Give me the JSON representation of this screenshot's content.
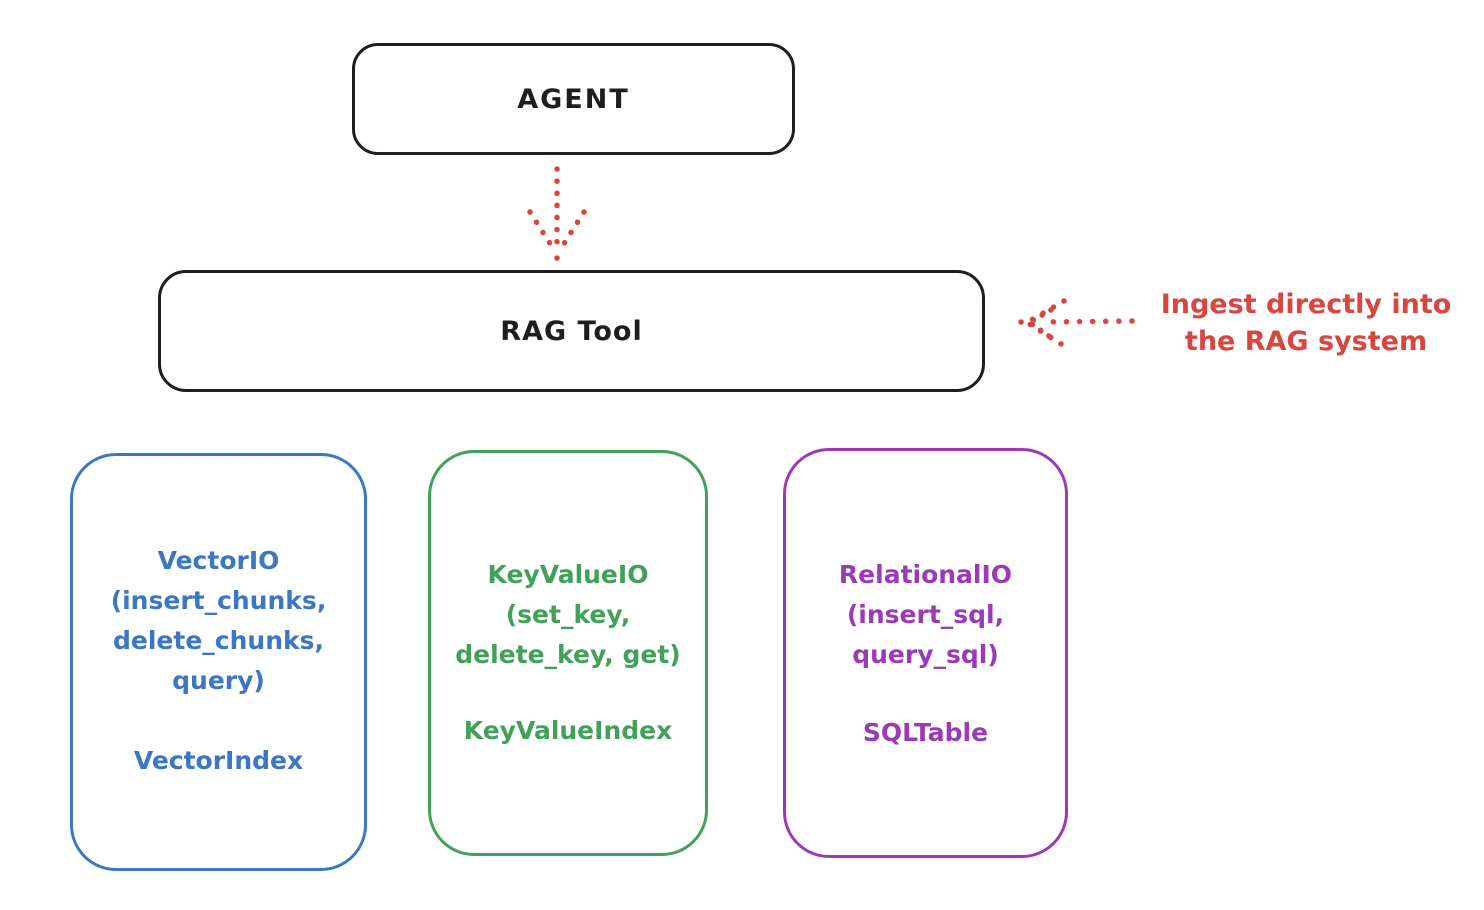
{
  "diagram": {
    "agent_box": {
      "label": "AGENT"
    },
    "ragtool_box": {
      "label": "RAG Tool"
    },
    "annotation": {
      "line1": "Ingest directly into",
      "line2": "the RAG system"
    },
    "storage_boxes": [
      {
        "name": "vector-io",
        "lines": [
          "VectorIO",
          "(insert_chunks,",
          "delete_chunks,",
          "query)"
        ],
        "index_label": "VectorIndex",
        "color": "#3b77c2"
      },
      {
        "name": "keyvalue-io",
        "lines": [
          "KeyValueIO",
          "(set_key,",
          "delete_key, get)"
        ],
        "index_label": "KeyValueIndex",
        "color": "#42a159"
      },
      {
        "name": "relational-io",
        "lines": [
          "RelationalIO",
          "(insert_sql,",
          "query_sql)"
        ],
        "index_label": "SQLTable",
        "color": "#9c3ab5"
      }
    ],
    "arrows": [
      {
        "name": "agent-to-ragtool",
        "style": "dotted",
        "color": "#d9453f"
      },
      {
        "name": "annotation-to-ragtool",
        "style": "dotted",
        "color": "#d9453f"
      }
    ],
    "colors": {
      "ink": "#1e1e1e",
      "red": "#d9453f",
      "blue": "#3b77c2",
      "green": "#42a159",
      "purple": "#9c3ab5",
      "background": "#ffffff"
    }
  }
}
